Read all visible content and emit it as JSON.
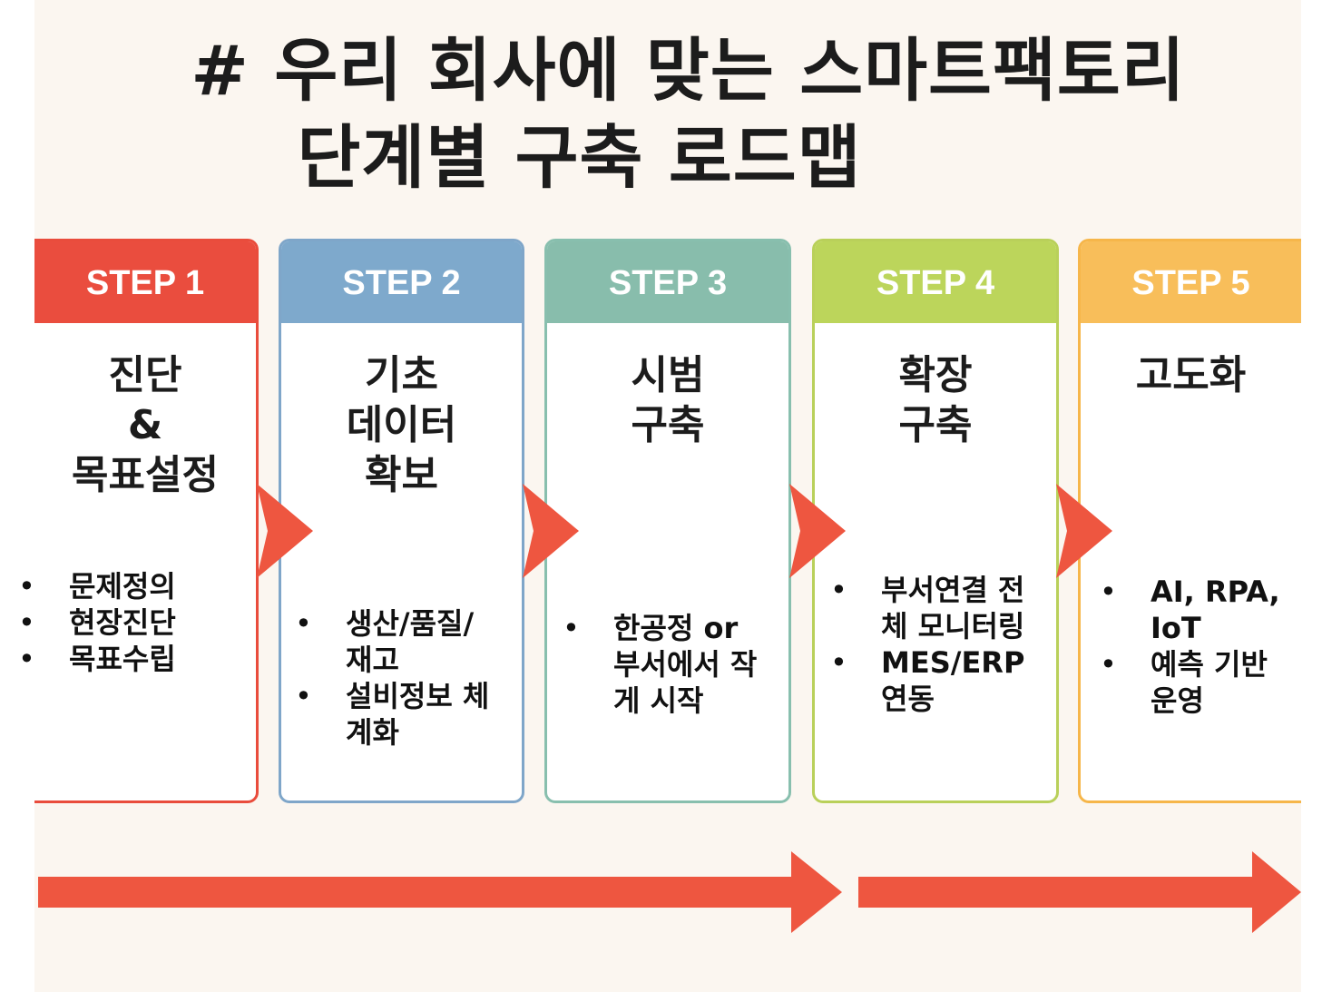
{
  "title": {
    "line1": "# 우리 회사에 맞는 스마트팩토리",
    "line2": "단계별 구축 로드맵"
  },
  "steps": [
    {
      "label": "STEP 1",
      "title": [
        "진단",
        "&",
        "목표설정"
      ],
      "color": "#ea4d3e",
      "bullets": [
        "문제정의",
        "현장진단",
        "목표수립"
      ]
    },
    {
      "label": "STEP 2",
      "title": [
        "기초",
        "데이터",
        "확보"
      ],
      "color": "#7ea9cc",
      "bullets": [
        "생산/품질/ 재고",
        "설비정보 체계화"
      ]
    },
    {
      "label": "STEP 3",
      "title": [
        "시범",
        "구축"
      ],
      "color": "#88bdac",
      "bullets": [
        "한공정 or 부서에서 작게 시작"
      ]
    },
    {
      "label": "STEP 4",
      "title": [
        "확장",
        "구축"
      ],
      "color": "#bcd55b",
      "bullets": [
        "부서연결 전체 모니터링",
        "MES/ERP 연동"
      ]
    },
    {
      "label": "STEP 5",
      "title": [
        "고도화"
      ],
      "color": "#f8be5a",
      "bullets": [
        "AI, RPA, IoT",
        "예측 기반 운영"
      ]
    }
  ],
  "arrow_color": "#ee5640"
}
